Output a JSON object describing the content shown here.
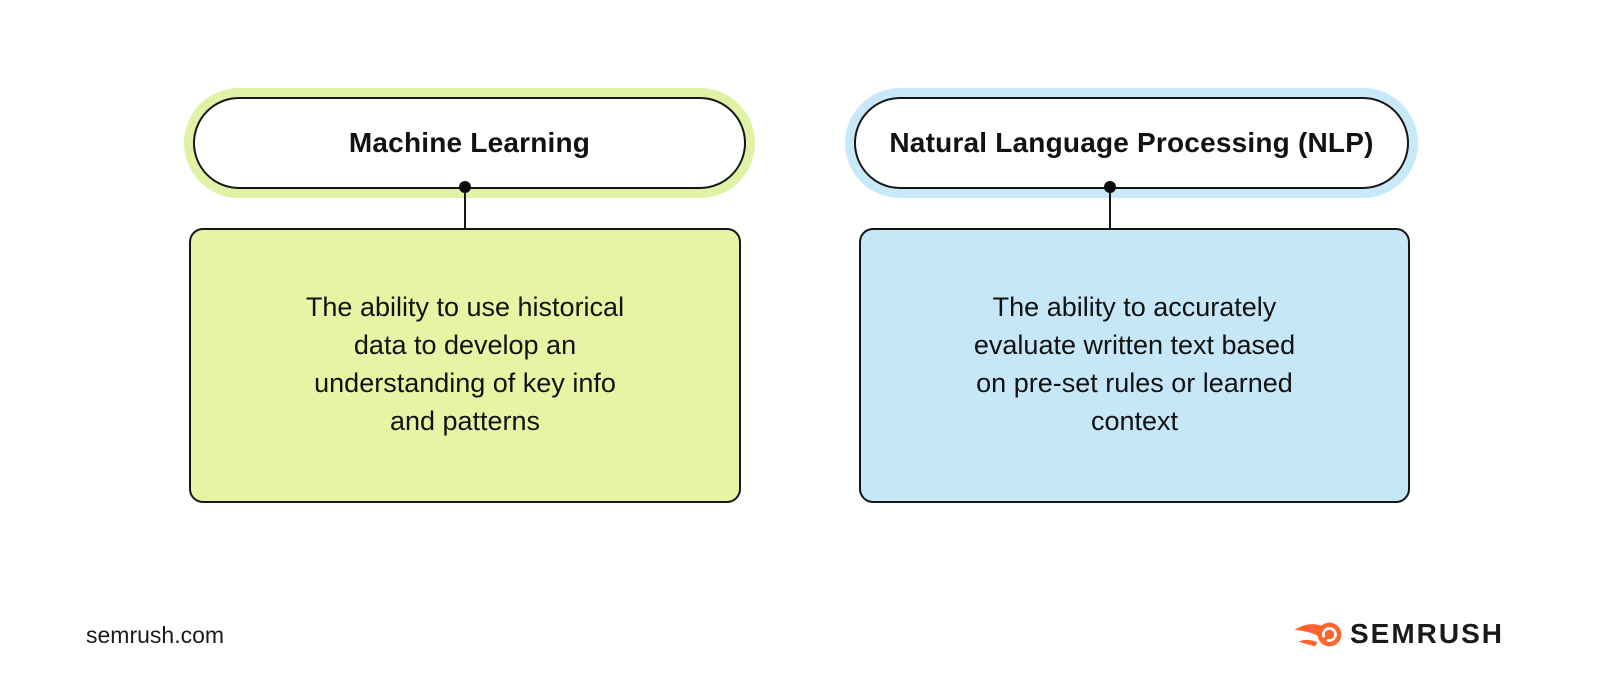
{
  "canvas": {
    "background": "#FFFFFF"
  },
  "diagram": {
    "connector_color": "#161616",
    "nodes": [
      {
        "title": "Machine Learning",
        "ring_color": "#DFF2A6",
        "card_color": "#E6F5A4",
        "body_lines": [
          "The ability to use historical",
          "data to develop an",
          "understanding of key info",
          "and patterns"
        ]
      },
      {
        "title": "Natural Language Processing (NLP)",
        "ring_color": "#C8E9FA",
        "card_color": "#C5E7F8",
        "body_lines": [
          "The ability to accurately",
          "evaluate written text based",
          "on pre-set rules or learned",
          "context"
        ]
      }
    ]
  },
  "footer": {
    "source_text": "semrush.com",
    "brand": {
      "wordmark": "SEMRUSH",
      "icon": "semrush-flame-icon",
      "icon_color": "#FF642D",
      "wordmark_color": "#1A1A1A"
    }
  }
}
